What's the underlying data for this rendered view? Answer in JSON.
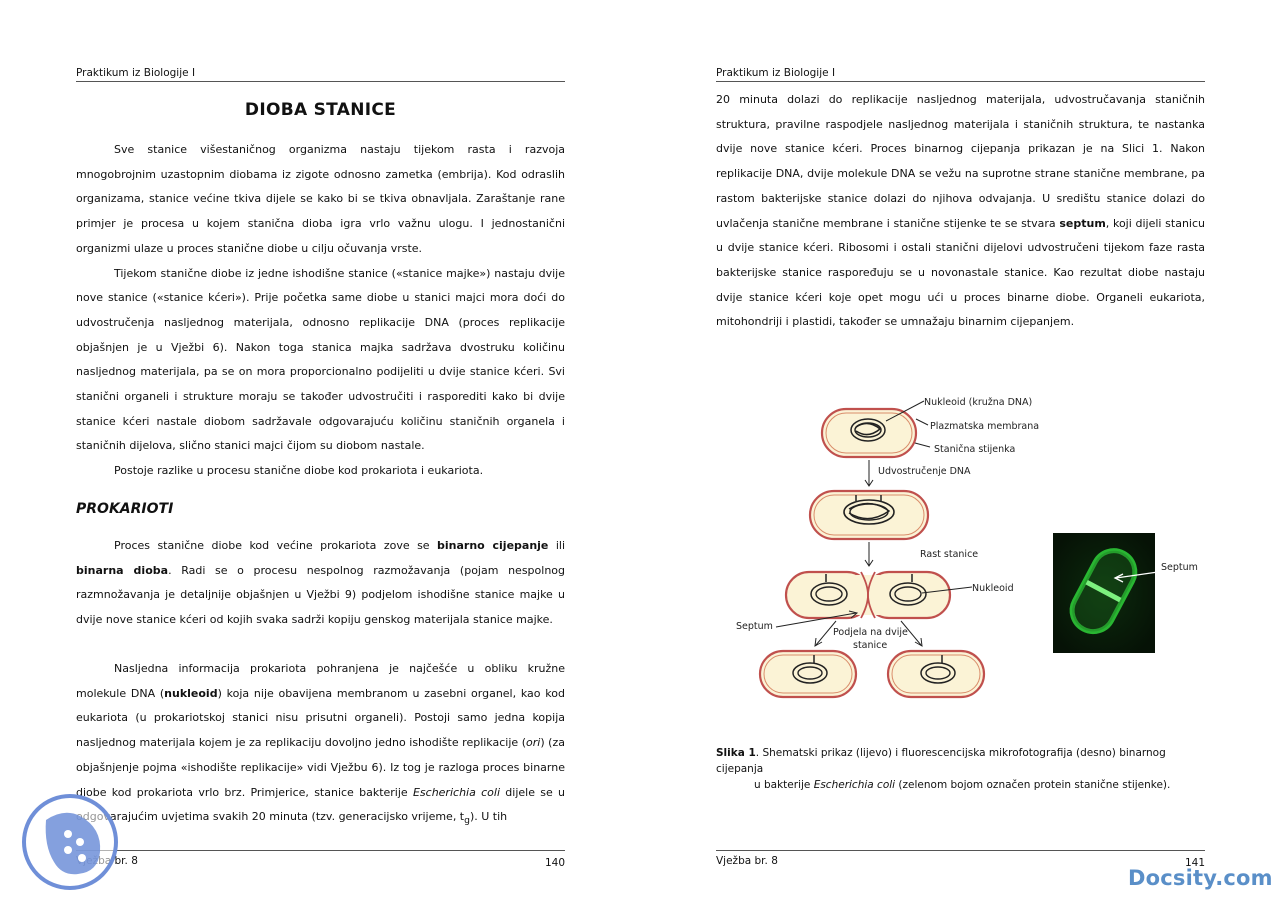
{
  "left": {
    "header": "Praktikum iz Biologije I",
    "title": "DIOBA STANICE",
    "p1": "Sve stanice višestaničnog organizma nastaju tijekom rasta i razvoja mnogobrojnim uzastopnim diobama iz zigote odnosno zametka (embrija). Kod odraslih organizama, stanice većine tkiva dijele se kako bi se tkiva obnavljala. Zaraštanje rane primjer je procesa u kojem stanična dioba igra vrlo važnu ulogu. I jednostanični organizmi ulaze u proces stanične diobe u cilju očuvanja vrste.",
    "p2": "Tijekom stanične diobe iz jedne ishodišne stanice («stanice majke») nastaju dvije nove stanice («stanice kćeri»). Prije početka same diobe u stanici majci mora doći do udvostručenja nasljednog materijala, odnosno replikacije DNA (proces replikacije objašnjen je u Vježbi 6). Nakon toga stanica majka sadržava dvostruku količinu nasljednog materijala, pa se on mora proporcionalno podijeliti u dvije stanice kćeri. Svi stanični organeli i strukture moraju se također udvostručiti i rasporediti kako bi dvije stanice kćeri nastale diobom sadržavale odgovarajuću količinu staničnih organela i staničnih dijelova, slično stanici majci čijom su diobom nastale.",
    "p3": "Postoje razlike u procesu stanične diobe kod prokariota i eukariota.",
    "h2": "PROKARIOTI",
    "p4_a": "Proces stanične diobe kod većine prokariota zove se ",
    "p4_b1": "binarno cijepanje",
    "p4_c": " ili ",
    "p4_b2": "binarna dioba",
    "p4_d": ". Radi se o procesu nespolnog razmožavanja (pojam nespolnog razmnožavanja je detaljnije objašnjen u Vježbi 9) podjelom ishodišne stanice majke u dvije nove stanice kćeri od kojih svaka sadrži kopiju genskog materijala stanice majke.",
    "p5_a": "Nasljedna informacija prokariota pohranjena je najčešće u obliku kružne molekule DNA (",
    "p5_b": "nukleoid",
    "p5_c": ") koja nije obavijena membranom u zasebni organel, kao kod eukariota (u prokariotskoj stanici nisu prisutni organeli). Postoji samo jedna kopija nasljednog materijala kojem je za replikaciju dovoljno jedno ishodište replikacije (",
    "p5_i": "ori",
    "p5_d": ") (za objašnjenje pojma «ishodište replikacije» vidi Vježbu 6). Iz tog je razloga proces binarne diobe kod prokariota vrlo brz. Primjerice, stanice bakterije ",
    "p5_i2": "Escherichia coli",
    "p5_e": " dijele se u odgovarajućim uvjetima svakih 20 minuta (tzv. generacijsko vrijeme, t",
    "p5_sub": "g",
    "p5_f": "). U tih",
    "footer_left": "Vježba br. 8",
    "footer_right": "140"
  },
  "right": {
    "header": "Praktikum iz Biologije I",
    "p1_a": "20 minuta dolazi do replikacije nasljednog materijala, udvostručavanja staničnih struktura, pravilne raspodjele nasljednog materijala i staničnih struktura, te nastanka dvije nove stanice kćeri. Proces binarnog cijepanja prikazan je na Slici 1. Nakon replikacije DNA, dvije molekule DNA se vežu na suprotne strane stanične membrane, pa rastom bakterijske stanice dolazi do njihova odvajanja. U središtu stanice dolazi do uvlačenja stanične membrane i stanične stijenke te se stvara ",
    "p1_b": "septum",
    "p1_c": ", koji dijeli stanicu u dvije stanice kćeri. Ribosomi i ostali stanični dijelovi udvostručeni tijekom faze rasta bakterijske stanice raspoređuju se u novonastale stanice. Kao rezultat diobe nastaju dvije stanice kćeri koje opet mogu ući u proces binarne diobe. Organeli eukariota, mitohondriji i plastidi, također se umnažaju binarnim cijepanjem.",
    "figure": {
      "label_nukleoid_dna": "Nukleoid (kružna DNA)",
      "label_membrana": "Plazmatska membrana",
      "label_stijenka": "Stanična stijenka",
      "label_udvostrucenje": "Udvostručenje DNA",
      "label_rast": "Rast stanice",
      "label_nukleoid": "Nukleoid",
      "label_septum_left": "Septum",
      "label_podjela_1": "Podjela na dvije",
      "label_podjela_2": "stanice",
      "label_septum_right": "Septum"
    },
    "caption_bold": "Slika 1",
    "caption_a": ". Shematski prikaz (lijevo) i fluorescencijska mikrofotografija (desno) binarnog cijepanja",
    "caption_b": "u bakterije ",
    "caption_i": "Escherichia coli",
    "caption_c": " (zelenom bojom označen protein stanične stijenke).",
    "footer_left": "Vježba br. 8",
    "footer_right": "141"
  },
  "watermark": "Docsity.com",
  "colors": {
    "cell_fill": "#fbf3d6",
    "cell_stroke": "#c0504d",
    "fluor": "#2fd13a"
  }
}
